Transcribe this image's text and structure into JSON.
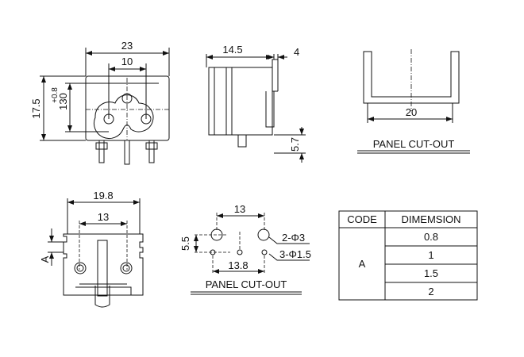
{
  "front_view": {
    "width": "23",
    "pin_spacing": "10",
    "height": "17.5",
    "inner_height": "130",
    "tolerance": "+0.8"
  },
  "side_view": {
    "depth": "14.5",
    "flange": "4",
    "pin_offset": "5.7"
  },
  "panel_cutout_1": {
    "width": "20",
    "label": "PANEL CUT-OUT"
  },
  "bottom_view": {
    "width": "19.8",
    "hole_spacing": "13",
    "dim_label": "A"
  },
  "panel_cutout_2": {
    "top_spacing": "13",
    "vertical": "5.5",
    "bottom_spacing": "13.8",
    "hole_large": "2-Φ3",
    "hole_small": "3-Φ1.5",
    "label": "PANEL CUT-OUT"
  },
  "table": {
    "headers": [
      "CODE",
      "DIMEMSION"
    ],
    "code": "A",
    "values": [
      "0.8",
      "1",
      "1.5",
      "2"
    ]
  }
}
